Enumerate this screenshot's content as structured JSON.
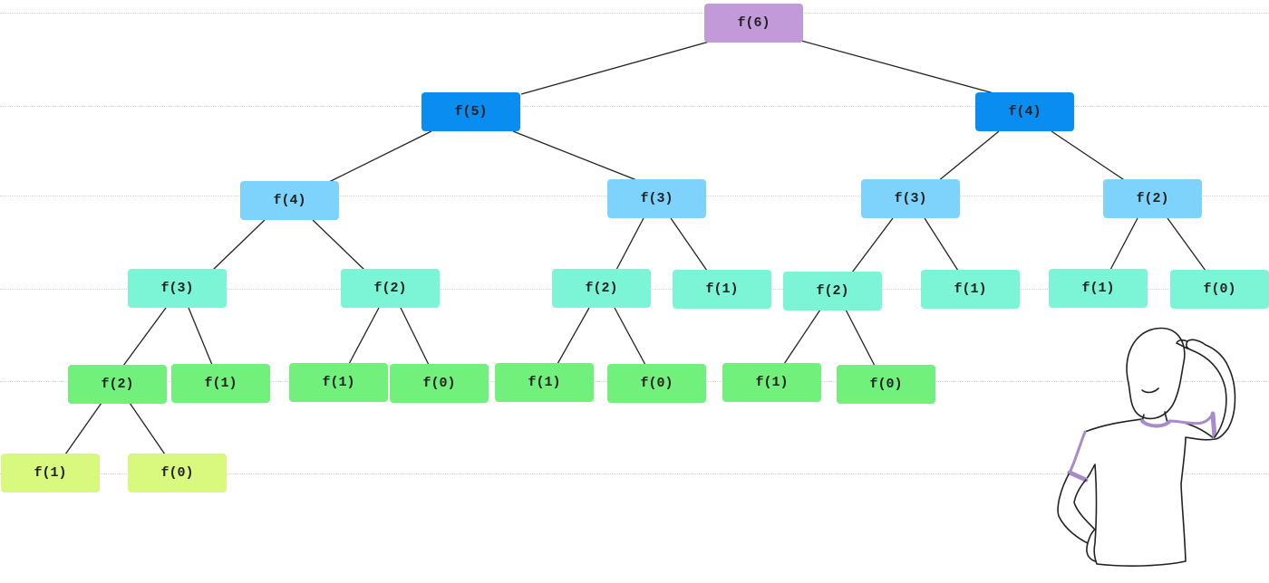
{
  "tree": {
    "root": "f(6)",
    "level1": [
      "f(5)",
      "f(4)"
    ],
    "level2": [
      "f(4)",
      "f(3)",
      "f(3)",
      "f(2)"
    ],
    "level3": [
      "f(3)",
      "f(2)",
      "f(2)",
      "f(1)",
      "f(2)",
      "f(1)",
      "f(1)",
      "f(0)"
    ],
    "level4": [
      "f(2)",
      "f(1)",
      "f(1)",
      "f(0)",
      "f(1)",
      "f(0)",
      "f(1)",
      "f(0)"
    ],
    "level5": [
      "f(1)",
      "f(0)"
    ]
  },
  "colors": {
    "level0": "#c39ad9",
    "level1": "#0a8df0",
    "level2": "#7dd3fc",
    "level3": "#7cf5d6",
    "level4": "#72f07c",
    "level5": "#d8f97e",
    "edge": "#222222"
  },
  "illustration": "person-scratching-head"
}
